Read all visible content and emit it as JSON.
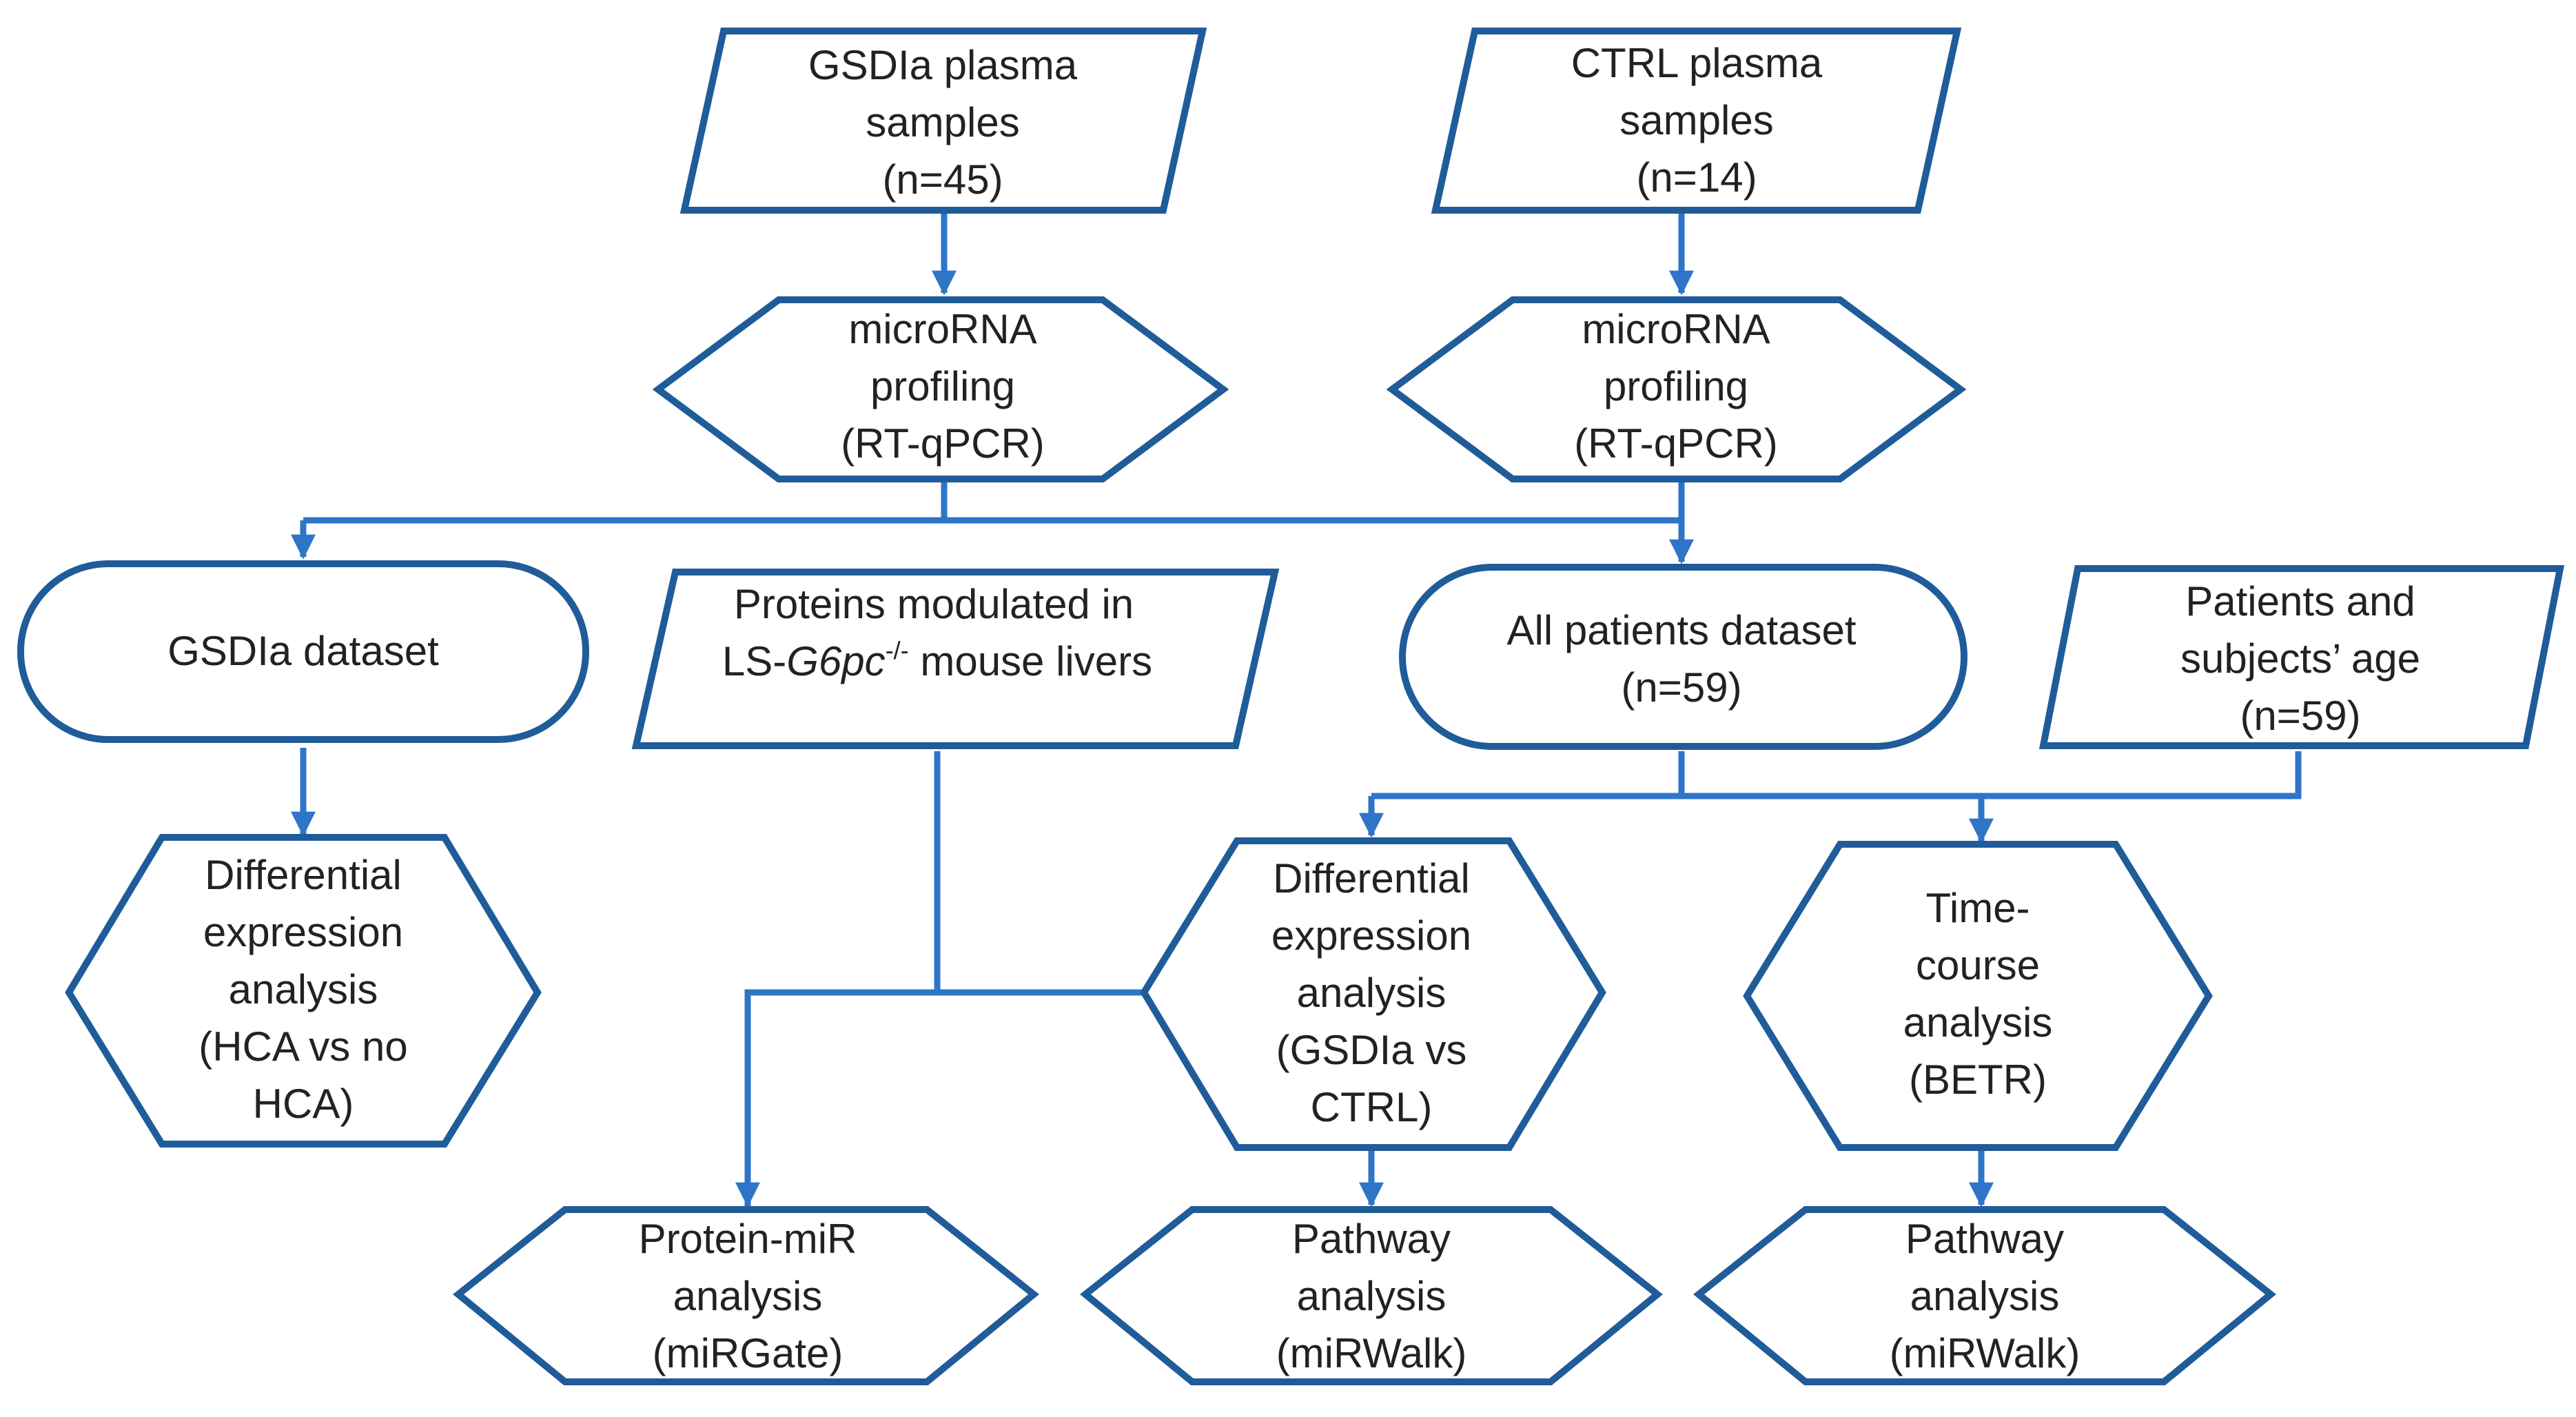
{
  "colors": {
    "shape_stroke": "#1f5c99",
    "connector": "#2e75c8",
    "text": "#222222",
    "background": "#ffffff"
  },
  "nodes": {
    "gsdia_samples": {
      "shape": "parallelogram",
      "lines": [
        "GSDIa plasma",
        "samples",
        "(n=45)"
      ]
    },
    "ctrl_samples": {
      "shape": "parallelogram",
      "lines": [
        "CTRL plasma",
        "samples",
        "(n=14)"
      ]
    },
    "profiling_gsdia": {
      "shape": "hexagon",
      "lines": [
        "microRNA",
        "profiling",
        "(RT-qPCR)"
      ]
    },
    "profiling_ctrl": {
      "shape": "hexagon",
      "lines": [
        "microRNA",
        "profiling",
        "(RT-qPCR)"
      ]
    },
    "gsdia_dataset": {
      "shape": "terminator",
      "lines": [
        "GSDIa dataset"
      ]
    },
    "proteins_modulated": {
      "shape": "parallelogram",
      "lines": [
        "Proteins modulated  in",
        "LS-G6pc-/- mouse livers"
      ],
      "italic_gene": "G6pc",
      "superscript": "-/-"
    },
    "all_patients_dataset": {
      "shape": "terminator",
      "lines": [
        "All patients dataset",
        "(n=59)"
      ]
    },
    "patients_age": {
      "shape": "parallelogram",
      "lines": [
        "Patients and",
        "subjects’ age",
        "(n=59)"
      ]
    },
    "diff_expr_hca": {
      "shape": "hexagon",
      "lines": [
        "Differential",
        "expression",
        "analysis",
        "(HCA vs no",
        "HCA)"
      ]
    },
    "diff_expr_gsdia_ctrl": {
      "shape": "hexagon",
      "lines": [
        "Differential",
        "expression",
        "analysis",
        "(GSDIa vs",
        "CTRL)"
      ]
    },
    "time_course": {
      "shape": "hexagon",
      "lines": [
        "Time-",
        "course",
        "analysis",
        "(BETR)"
      ]
    },
    "protein_mir": {
      "shape": "hexagon",
      "lines": [
        "Protein-miR",
        "analysis",
        "(miRGate)"
      ]
    },
    "pathway_1": {
      "shape": "hexagon",
      "lines": [
        "Pathway",
        "analysis",
        "(miRWalk)"
      ]
    },
    "pathway_2": {
      "shape": "hexagon",
      "lines": [
        "Pathway",
        "analysis",
        "(miRWalk)"
      ]
    }
  }
}
